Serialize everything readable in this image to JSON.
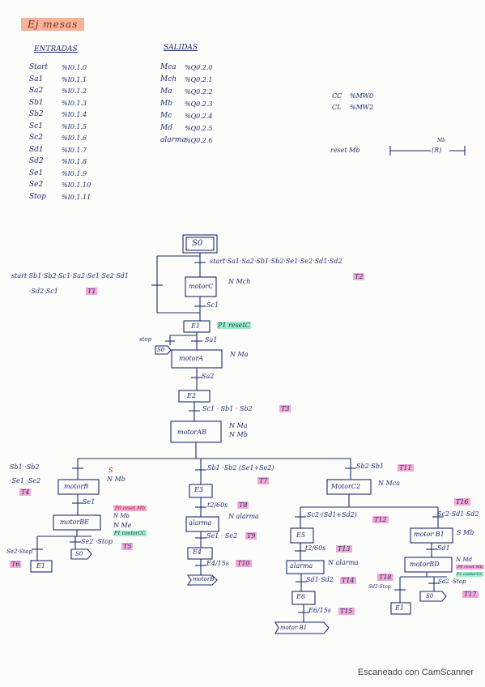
{
  "title": "Ej mesas",
  "entradas": {
    "header": "ENTRADAS",
    "rows": [
      {
        "name": "Start",
        "addr": "%I0.1.0"
      },
      {
        "name": "Sa1",
        "addr": "%I0.1.1"
      },
      {
        "name": "Sa2",
        "addr": "%I0.1.2"
      },
      {
        "name": "Sb1",
        "addr": "%I0.1.3"
      },
      {
        "name": "Sb2",
        "addr": "%I0.1.4"
      },
      {
        "name": "Sc1",
        "addr": "%I0.1.5"
      },
      {
        "name": "Sc2",
        "addr": "%I0.1.6"
      },
      {
        "name": "Sd1",
        "addr": "%I0.1.7"
      },
      {
        "name": "Sd2",
        "addr": "%I0.1.8"
      },
      {
        "name": "Se1",
        "addr": "%I0.1.9"
      },
      {
        "name": "Se2",
        "addr": "%I0.1.10"
      },
      {
        "name": "Stop",
        "addr": "%I0.1.11"
      }
    ]
  },
  "salidas": {
    "header": "SALIDAS",
    "rows": [
      {
        "name": "Mca",
        "addr": "%Q0.2.0"
      },
      {
        "name": "Mch",
        "addr": "%Q0.2.1"
      },
      {
        "name": "Ma",
        "addr": "%Q0.2.2"
      },
      {
        "name": "Mb",
        "addr": "%Q0.2.3"
      },
      {
        "name": "Mc",
        "addr": "%Q0.2.4"
      },
      {
        "name": "Md",
        "addr": "%Q0.2.5"
      },
      {
        "name": "alarma",
        "addr": "%Q0.2.6"
      }
    ]
  },
  "memories": [
    {
      "name": "CC",
      "addr": "%MW0"
    },
    {
      "name": "CL",
      "addr": "%MW2"
    }
  ],
  "reset": {
    "label": "reset Mb",
    "coil_top": "Mb",
    "coil": "(R)"
  },
  "grafcet": {
    "s0": "S0",
    "t1_cond": "start·Sb1·Sb2·Sc1·Sa2·Se1·Se2·Sd1",
    "t1_cond2": "·Sd2·Sc1",
    "t1": "T1",
    "t2_cond": "start·Sa1·Sa2·Sb1·Sb2·Se1·Se2·Sd1·Sd2",
    "t2": "T2",
    "motorC": "motorC",
    "motorC_action": "N  Mch",
    "sc1": "Sc1",
    "e1": "E1",
    "e1_action": "P1 resetC",
    "stop": "stop",
    "s0_small": "S0",
    "sa1": "Sa1",
    "motorA": "motorA",
    "motorA_action": "N  Ma",
    "sa2": "Sa2",
    "e2": "E2",
    "t3_cond": "Sc1 · Sb1 · Sb2",
    "t3": "T3",
    "motorAB": "motorAB",
    "motorAB_action1": "N  Ma",
    "motorAB_action2": "N  Mb",
    "t4_cond1": "Sb1 ·Sb2",
    "t4_cond2": "·Se1 ·Se2",
    "t4": "T4",
    "motorB": "motorB",
    "motorB_action": "N  Mb",
    "motorB_s": "S",
    "se1": "Se1",
    "motorBE": "motorBE",
    "motorBE_p0": "P0  reset Mb",
    "motorBE_n1": "N  Mb",
    "motorBE_n2": "N  Me",
    "motorBE_p1": "P1 contorCC",
    "t5_cond": "Se2 ·Stop",
    "t5": "T5",
    "t6_cond": "Se2·Stop",
    "t6": "T6",
    "e1_end": "E1",
    "s0_end": "S0",
    "t7_cond": "Sb1 ·Sb2 (Se1+Se2)",
    "t7": "T7",
    "e3": "E3",
    "t8_cond": "t2/60s",
    "t8": "T8",
    "alarma_box": "alarma",
    "alarma_action": "N  alarma",
    "t9_cond": "Se1 · Se2",
    "t9": "T9",
    "e4": "E4",
    "t10_cond": "E4/15s",
    "t10": "T10",
    "motorB_end": "motorB",
    "t11_cond": "Sb2·Sb1",
    "t11": "T11",
    "motorC2": "MotorC2",
    "motorC2_action": "N  Mca",
    "t12_cond": "Sc2·(Sd1+Sd2)",
    "t12": "T12",
    "e5": "E5",
    "t13_cond": "t2/60s",
    "t13": "T13",
    "e5_alarma": "alarma",
    "e5_action": "N  alarma",
    "t14_cond": "Sd1·Sd2",
    "t14": "T14",
    "e6": "E6",
    "t15_cond": "E6/15s",
    "t15": "T15",
    "motorB1_end": "motor B1",
    "t16": "T16",
    "t16_cond": "Sc2·Sd1·Sd2",
    "motorB1": "motor B1",
    "motorB1_action": "S Mb",
    "sd1": "Sd1",
    "motorBD": "motorBD",
    "motorBD_action1": "N Md",
    "motorBD_action2": "P0 reset Mb",
    "motorBD_action3": "P1 contorCC",
    "t17_cond": "Sd2 ·Stop",
    "t17": "T17",
    "t18": "T18",
    "t18_cond": "Sd2·Stop",
    "e1_end2": "E1",
    "s0_end2": "S0"
  },
  "footer": "Escaneado con CamScanner"
}
